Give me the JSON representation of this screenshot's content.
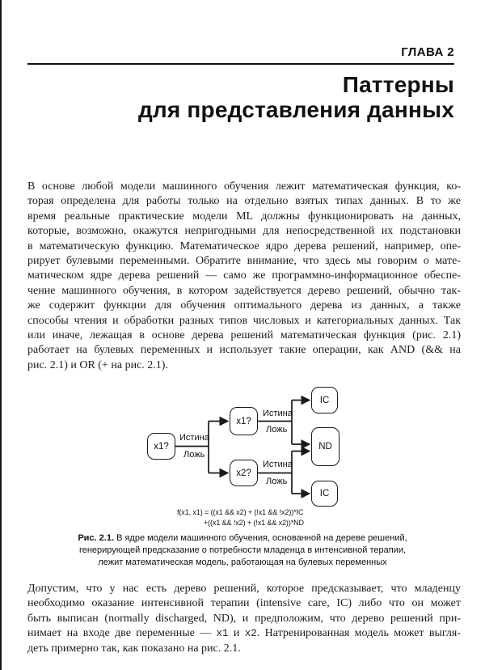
{
  "header": {
    "chapter": "ГЛАВА 2",
    "title_line1": "Паттерны",
    "title_line2": "для представления данных"
  },
  "paragraph1": {
    "lines": [
      "В основе любой модели машинного обучения лежит математическая функция, ко-",
      "торая определена для работы только на отдельно взятых типах данных. В то же",
      "время реальные практические модели ML должны функционировать на данных,",
      "которые, возможно, окажутся непригодными для непосредственной их подстановки",
      "в математическую функцию. Математическое ядро дерева решений, например, опе-",
      "рирует булевыми переменными. Обратите внимание, что здесь мы говорим о мате-",
      "матическом ядре дерева решений — само же программно-информационное обеспе-",
      "чение машинного обучения, в котором задействуется дерево решений, обычно так-",
      "же содержит функции для обучения оптимального дерева из данных, а также",
      "способы чтения и обработки разных типов числовых и категориальных данных. Так",
      "или иначе, лежащая в основе дерева решений математическая функция (рис. 2.1)",
      "работает на булевых переменных и использует такие операции, как AND (&& на",
      "рис. 2.1) и OR (+ на рис. 2.1)."
    ]
  },
  "figure": {
    "nodes": {
      "root": "x1?",
      "branch_top": "x1?",
      "branch_bottom": "x2?",
      "leaf_top": "IC",
      "leaf_middle": "ND",
      "leaf_bottom": "IC"
    },
    "edge_labels": {
      "true": "Истина",
      "false": "Ложь"
    },
    "formula": {
      "line1": "f(x1, x1) = ((x1 && x2) + (!x1 && !x2))*IC",
      "line2": "+((x1 && !x2) + (!x1 && x2))*ND"
    },
    "caption": {
      "label": "Рис. 2.1.",
      "line1_rest": " В ядре модели машинного обучения, основанной на дереве решений,",
      "line2": "генерирующей предсказание о потребности младенца в интенсивной терапии,",
      "line3": "лежит математическая модель, работающая на булевых переменных"
    }
  },
  "paragraph2": {
    "line1": "Допустим, что у нас есть дерево решений, которое предсказывает, что младенцу",
    "line2": "необходимо оказание интенсивной терапии (intensive care, IC) либо что он может",
    "line3": "быть выписан (normally discharged, ND), и предположим, что дерево решений при-",
    "line4": {
      "pre": "нимает на входе две переменные — ",
      "var1": "x1",
      "mid": " и ",
      "var2": "x2",
      "post": ". Натренированная модель может выгля-"
    },
    "line5": "деть примерно так, как показано на рис. 2.1."
  },
  "colors": {
    "background": "#ffffff",
    "text": "#1c1c1c",
    "diagram_line": "#1a1a1a"
  }
}
